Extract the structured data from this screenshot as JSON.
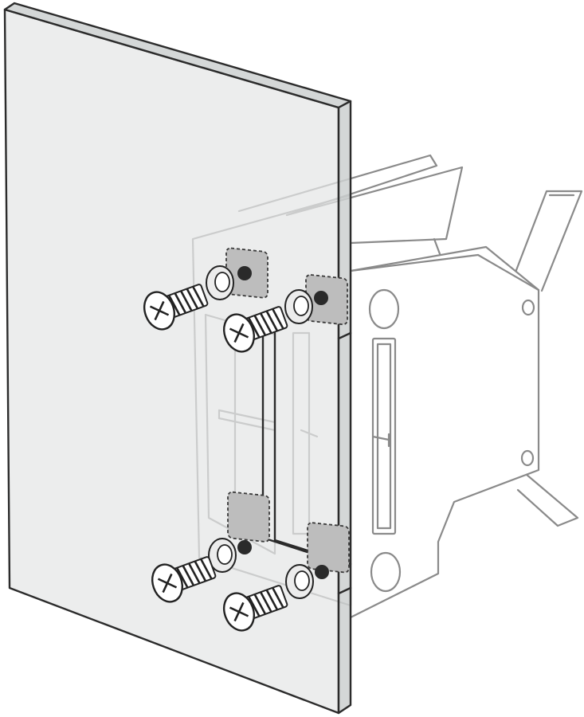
{
  "diagram": {
    "subject": "mounting-bracket-assembly",
    "colors": {
      "panel_fill": "#e4e6e6",
      "outline": "#2b2b2b",
      "ghost_outline": "#8a8a8a",
      "nut_fill": "#bdbdbd"
    },
    "parts": {
      "screws": 4,
      "washers": 4,
      "square_nuts": 4
    }
  }
}
